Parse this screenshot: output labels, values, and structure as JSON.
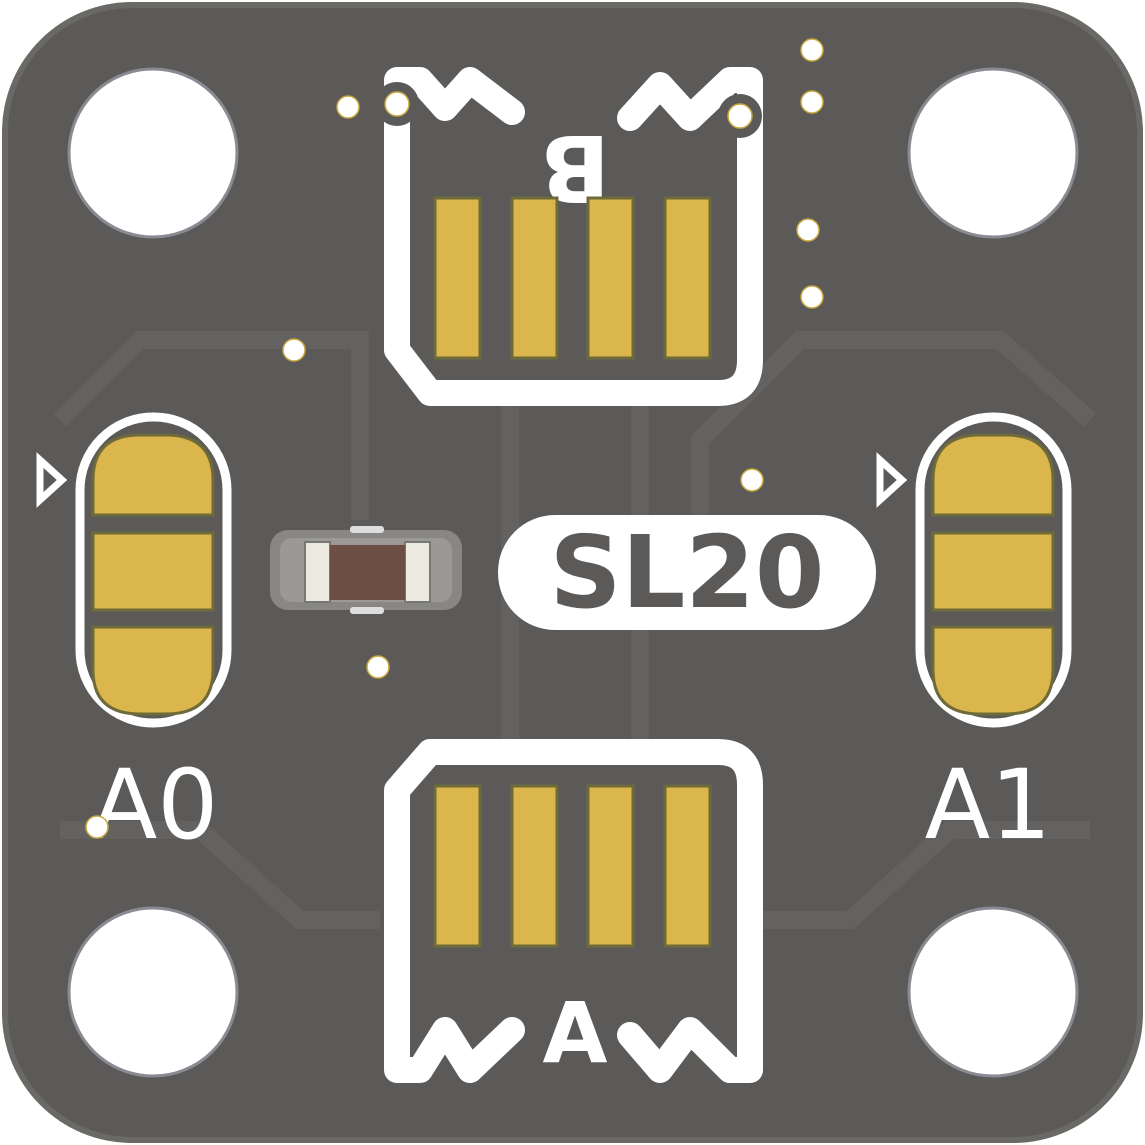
{
  "board": {
    "name": "SL20",
    "colors": {
      "board": "#5b5a58",
      "silkscreen": "#ffffff",
      "copper": "#dab64c",
      "resistor_body": "#6b4f45"
    }
  },
  "labels": {
    "top_connector": "B",
    "bottom_connector": "A",
    "left_jumper": "A0",
    "right_jumper": "A1",
    "board_title": "SL20"
  }
}
